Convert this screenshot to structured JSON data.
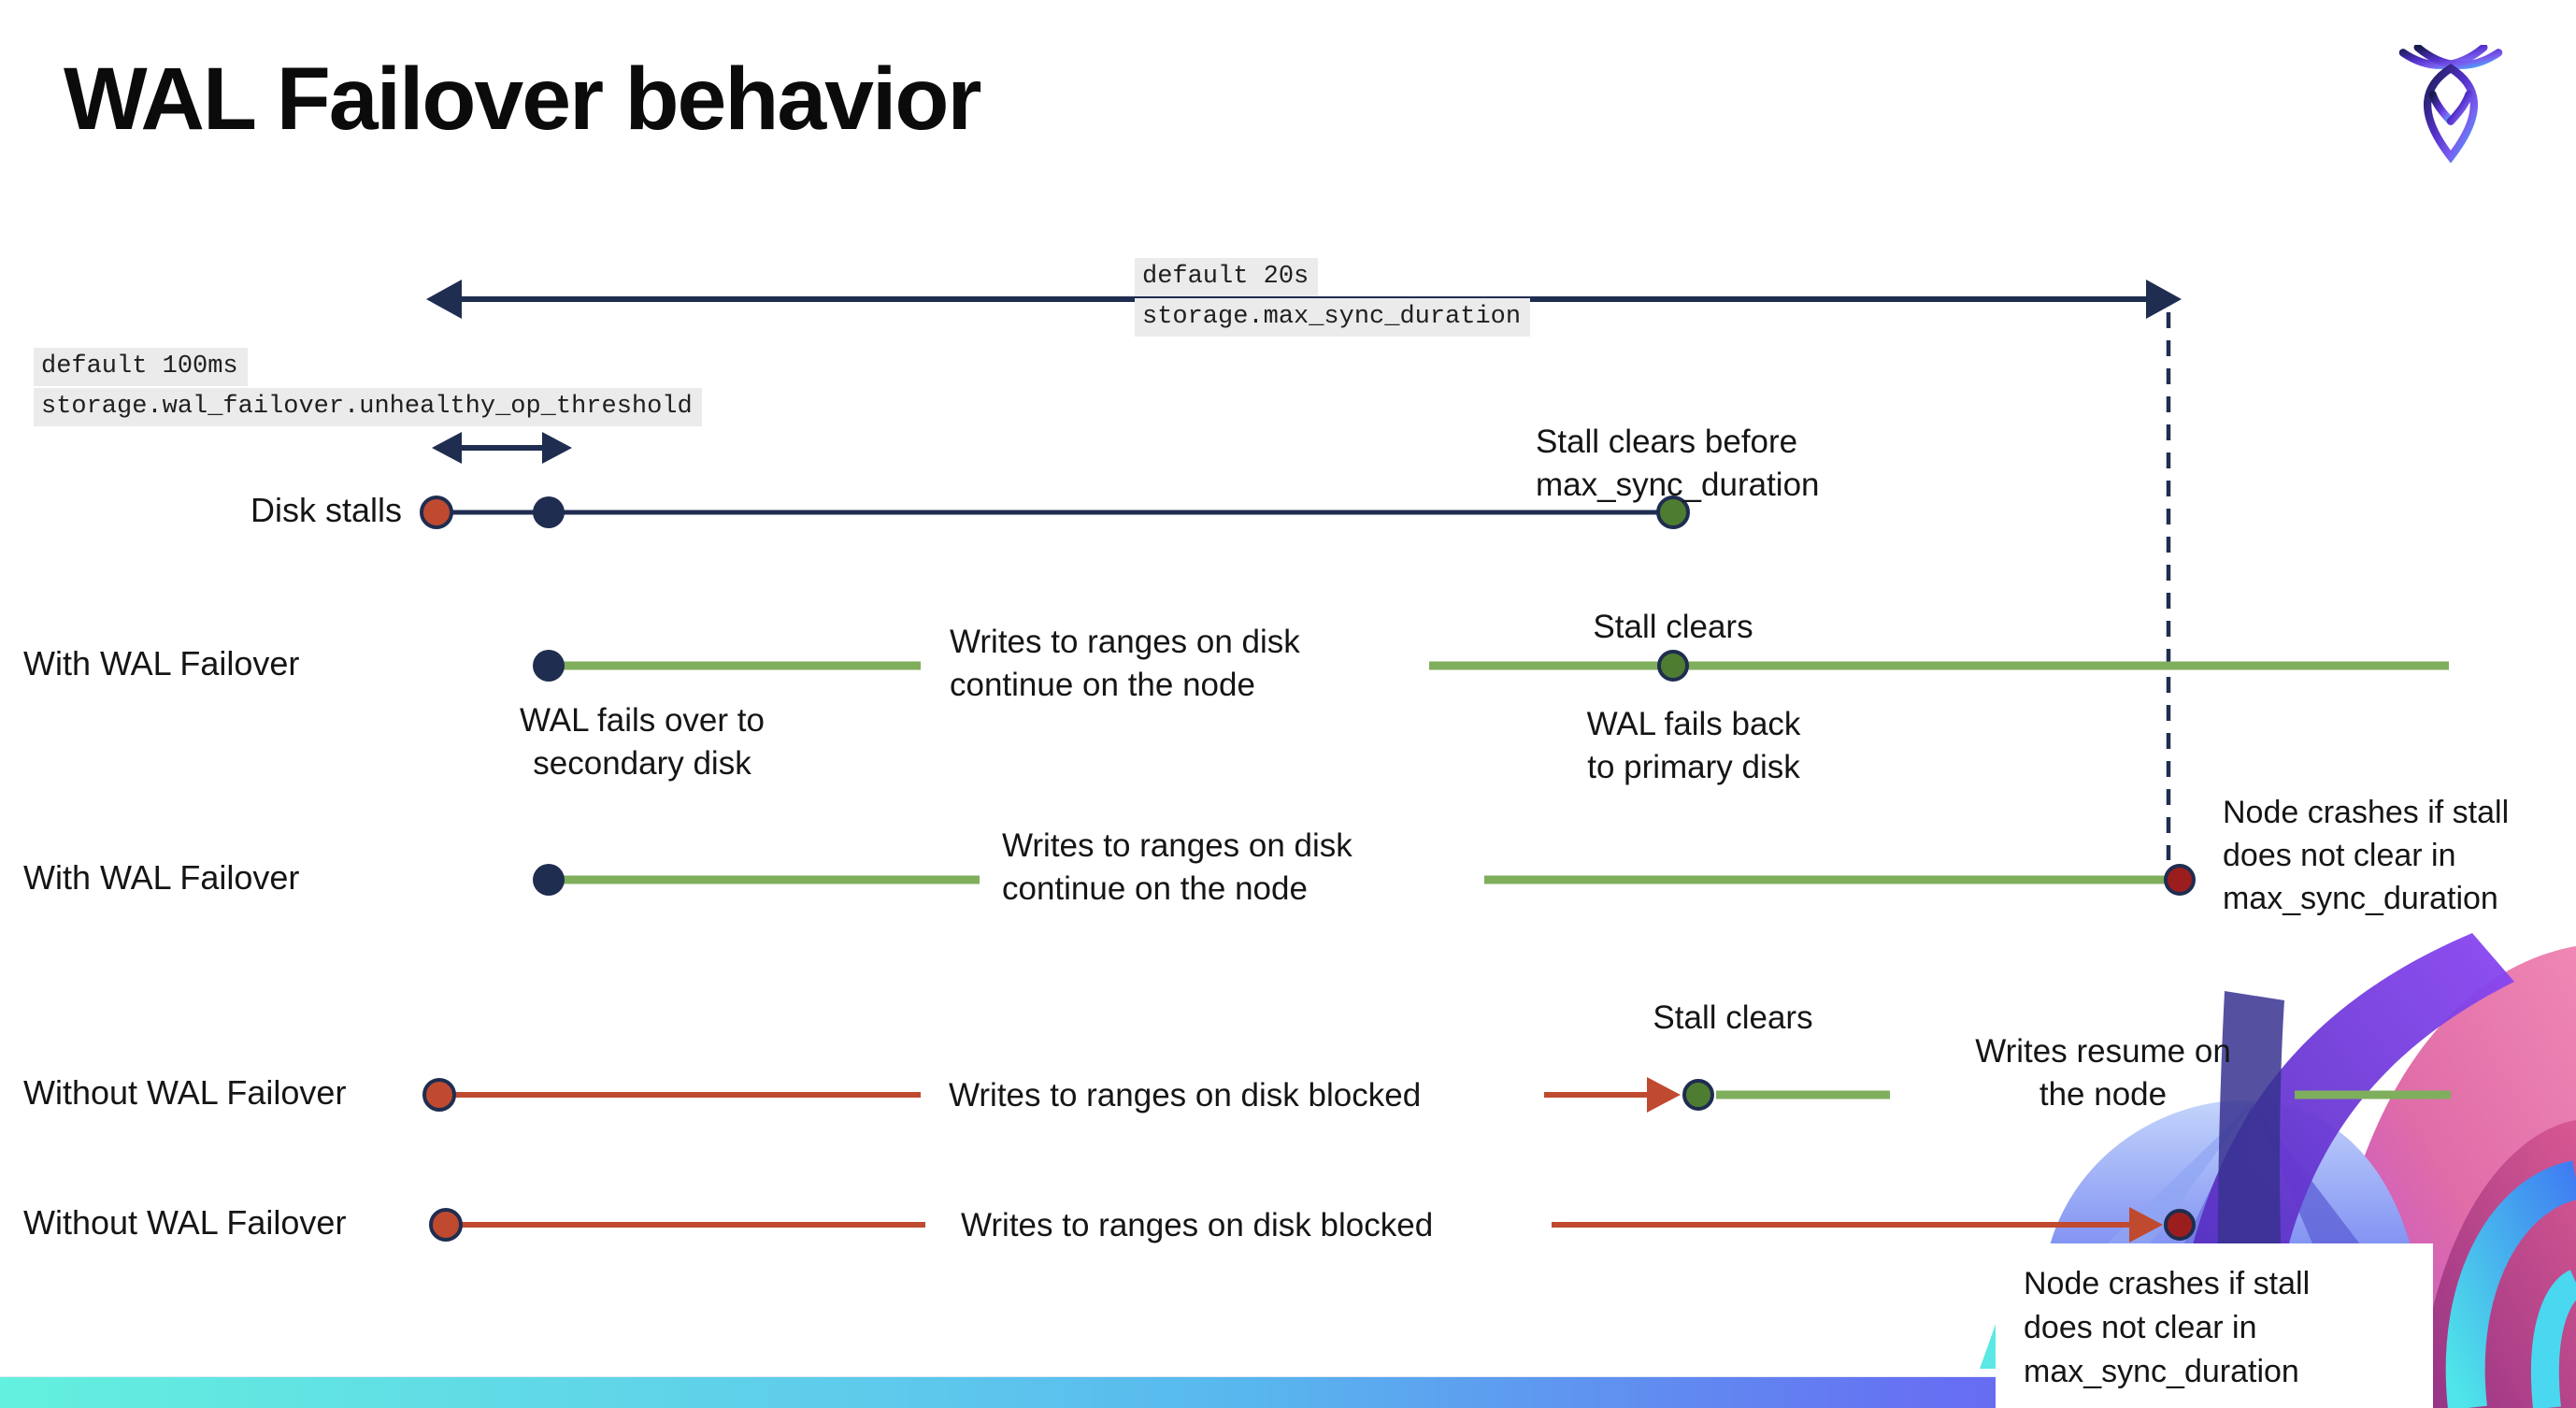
{
  "title": "WAL Failover behavior",
  "icons": {
    "logo": "cockroachdb-mark",
    "brand_artwork": "cockroachdb-abstract-roach-artwork"
  },
  "settings": {
    "max_sync_duration": {
      "line1": "default 20s",
      "line2": "storage.max_sync_duration"
    },
    "unhealthy_op_threshold": {
      "line1": "default 100ms",
      "line2": "storage.wal_failover.unhealthy_op_threshold"
    }
  },
  "rows": {
    "row1_label": "Disk stalls",
    "row2_label": "With WAL Failover",
    "row3_label": "With WAL Failover",
    "row4_label": "Without WAL Failover",
    "row5_label": "Without WAL Failover"
  },
  "notes": {
    "stall_clears_before": "Stall clears before\nmax_sync_duration",
    "wal_fails_over": "WAL fails over to\nsecondary disk",
    "writes_continue": "Writes to ranges on disk\ncontinue on the node",
    "stall_clears": "Stall clears",
    "wal_fails_back": "WAL fails  back\nto primary disk",
    "node_crashes": "Node crashes if stall\ndoes not clear in\nmax_sync_duration",
    "writes_blocked": "Writes to ranges on disk  blocked",
    "writes_resume": "Writes resume on\nthe node"
  },
  "colors": {
    "navy": "#1f2d50",
    "green_line": "#7fae5d",
    "green_dot": "#4e7d32",
    "red": "#bf4a30",
    "dark_red": "#9c1d1d",
    "code_background": "#ebebeb",
    "bottom_bar_gradient": [
      "#63f0de",
      "#58b8ee",
      "#6670f2",
      "#7150ef"
    ]
  }
}
